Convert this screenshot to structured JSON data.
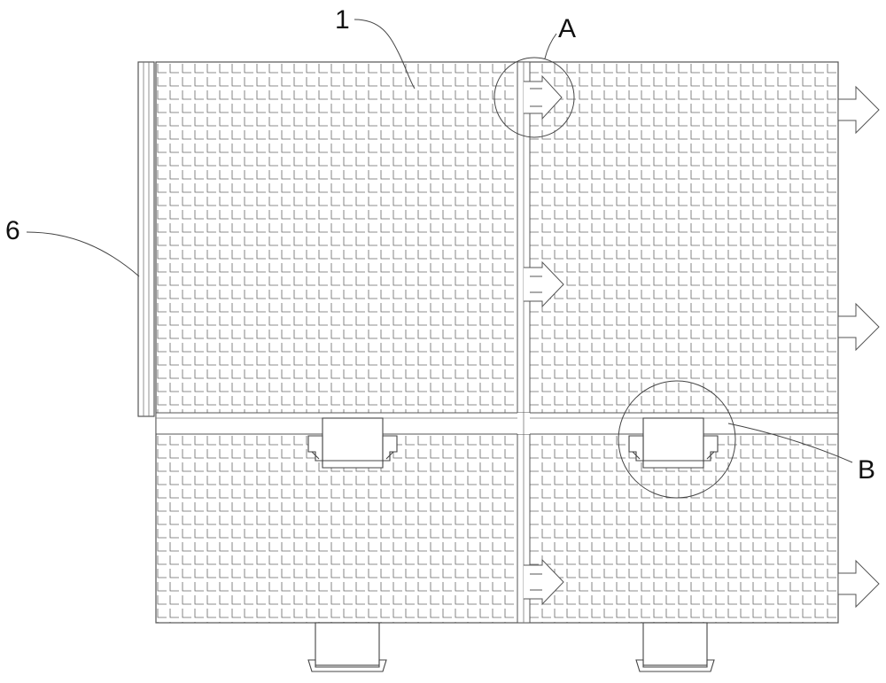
{
  "diagram": {
    "callout_labels": {
      "part_1": "1",
      "detail_a": "A",
      "part_6": "6",
      "detail_b": "B"
    },
    "colors": {
      "line": "#555555",
      "dark_line": "#333333",
      "background": "#ffffff"
    }
  }
}
